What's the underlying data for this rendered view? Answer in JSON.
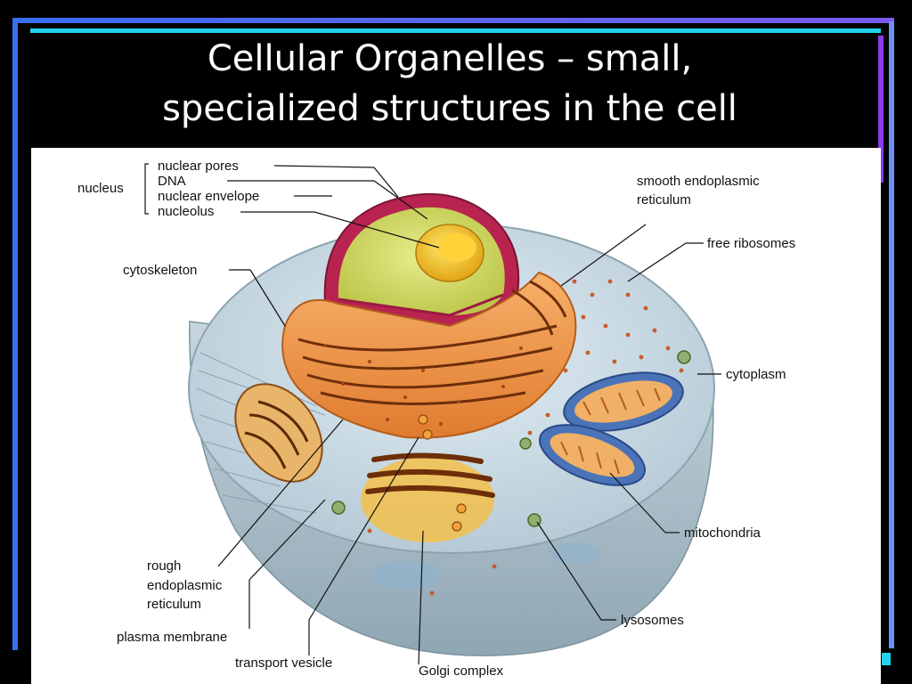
{
  "slide": {
    "title_line1": "Cellular Organelles – small,",
    "title_line2": "specialized structures in the cell"
  },
  "labels": {
    "nucleus": "nucleus",
    "nuclear_pores": "nuclear pores",
    "dna": "DNA",
    "nuclear_envelope": "nuclear envelope",
    "nucleolus": "nucleolus",
    "cytoskeleton": "cytoskeleton",
    "smooth_er_line1": "smooth endoplasmic",
    "smooth_er_line2": "reticulum",
    "free_ribosomes": "free ribosomes",
    "cytoplasm": "cytoplasm",
    "mitochondria": "mitochondria",
    "lysosomes": "lysosomes",
    "rough_er_line1": "rough",
    "rough_er_line2": "endoplasmic",
    "rough_er_line3": "reticulum",
    "plasma_membrane": "plasma membrane",
    "transport_vesicle": "transport vesicle",
    "golgi_complex": "Golgi complex"
  },
  "colors": {
    "background": "#000000",
    "accent_blue": "#5b7bf0",
    "accent_cyan": "#22d3f0",
    "accent_purple": "#8a3cf0",
    "panel": "#ffffff"
  }
}
